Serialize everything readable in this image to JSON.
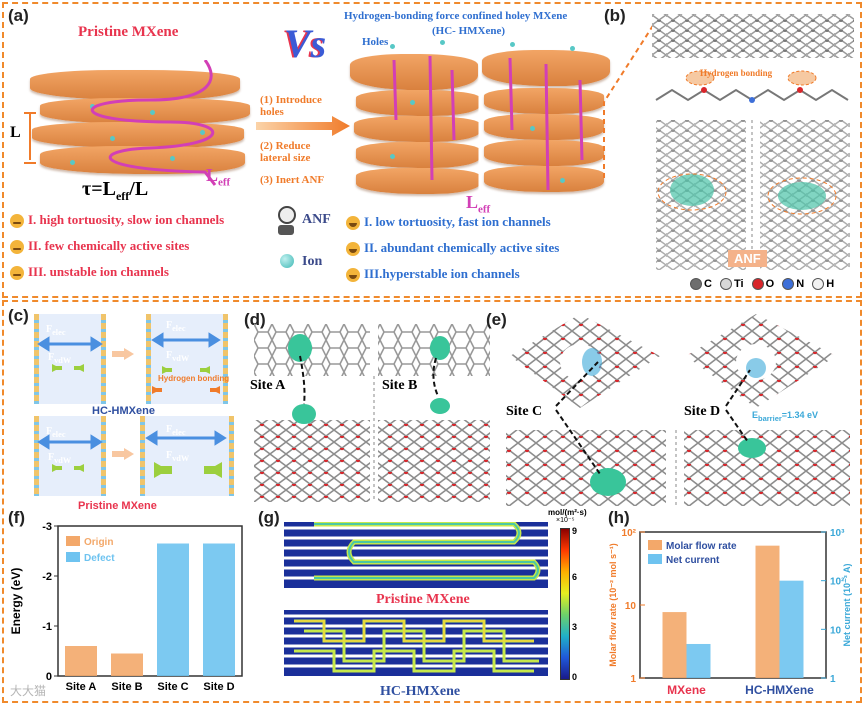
{
  "panel_a": {
    "label": "(a)",
    "pristine_title": "Pristine MXene",
    "vs": "Vs",
    "hc_title": "Hydrogen-bonding force confined holey MXene",
    "hc_subtitle": "(HC- HMXene)",
    "holes_label": "Holes",
    "L_label": "L",
    "Leff_label": "L",
    "Leff_sub": "eff",
    "Leff_right": "L",
    "Leff_right_sub": "eff",
    "tau_formula_pre": "τ=L",
    "tau_formula_sub": "eff",
    "tau_formula_post": "/L",
    "steps": [
      "(1) Introduce holes",
      "(2) Reduce lateral size",
      "(3) Inert ANF"
    ],
    "pristine_points": [
      "I. high tortuosity, slow ion channels",
      "II. few chemically active sites",
      "III. unstable ion channels"
    ],
    "legend_anf": "ANF",
    "legend_ion": "Ion",
    "hc_points": [
      "I. low tortuosity, fast ion channels",
      "II. abundant chemically active sites",
      "III.hyperstable ion channels"
    ]
  },
  "panel_b": {
    "label": "(b)",
    "hbond_label": "Hydrogen bonding",
    "anf_label": "ANF",
    "atoms": [
      {
        "symbol": "C",
        "color": "#6e6e6e"
      },
      {
        "symbol": "Ti",
        "color": "#d8d8d8"
      },
      {
        "symbol": "O",
        "color": "#d8262b"
      },
      {
        "symbol": "N",
        "color": "#3d6fd8"
      },
      {
        "symbol": "H",
        "color": "#f2f2f2"
      }
    ]
  },
  "panel_c": {
    "label": "(c)",
    "f_elec": "F",
    "f_elec_sub": "elec",
    "f_vdw": "F",
    "f_vdw_sub": "vdW",
    "hbond": "Hydrogen bonding",
    "hc_caption": "HC-HMXene",
    "pristine_caption": "Pristine MXene"
  },
  "panel_d": {
    "label": "(d)",
    "site_a": "Site A",
    "site_b": "Site B"
  },
  "panel_e": {
    "label": "(e)",
    "site_c": "Site C",
    "site_d": "Site D",
    "ebarrier_pre": "E",
    "ebarrier_sub": "barrier",
    "ebarrier_post": "=1.34 eV"
  },
  "panel_f": {
    "label": "(f)",
    "chart_data": {
      "type": "bar",
      "categories": [
        "Site A",
        "Site B",
        "Site C",
        "Site D"
      ],
      "series": [
        {
          "name": "Origin",
          "values": [
            -0.6,
            -0.45,
            null,
            null
          ],
          "color": "#f3a86a"
        },
        {
          "name": "Defect",
          "values": [
            null,
            null,
            -2.65,
            -2.65
          ],
          "color": "#6ec3f0"
        }
      ],
      "ylabel": "Energy (eV)",
      "ylim": [
        0,
        -3
      ],
      "yticks": [
        "0",
        "-1",
        "-2",
        "-3"
      ],
      "legend": "top-left"
    }
  },
  "panel_g": {
    "label": "(g)",
    "unit": "mol/(m²·s)",
    "unit_exp": "×10⁻⁵",
    "scale_ticks": [
      "9",
      "6",
      "3",
      "0"
    ],
    "pristine_caption": "Pristine MXene",
    "hc_caption": "HC-HMXene"
  },
  "panel_h": {
    "label": "(h)",
    "chart_data": {
      "type": "bar",
      "categories": [
        "MXene",
        "HC-HMXene"
      ],
      "series": [
        {
          "name": "Molar flow rate",
          "values": [
            8,
            65
          ],
          "color": "#f3a86a"
        },
        {
          "name": "Net current",
          "values": [
            5,
            100
          ],
          "color": "#6ec3f0"
        }
      ],
      "ylabel_left": "Molar flow rate (10⁻² mol s⁻¹)",
      "ylabel_right": "Net current (10⁻³ A)",
      "left_ticks": [
        "1",
        "10",
        "10²"
      ],
      "right_ticks": [
        "1",
        "10",
        "10²",
        "10³"
      ],
      "log_scale": true,
      "legend": "top-left"
    }
  },
  "watermark": "大大猫"
}
